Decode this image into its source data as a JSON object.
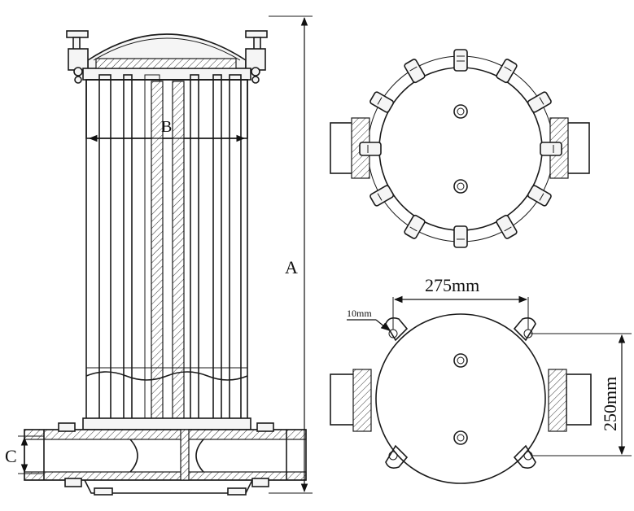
{
  "labels": {
    "height": "A",
    "diameter": "B",
    "port": "C"
  },
  "dimensions": {
    "width": "275mm",
    "depth": "250mm",
    "hole": "10mm"
  }
}
